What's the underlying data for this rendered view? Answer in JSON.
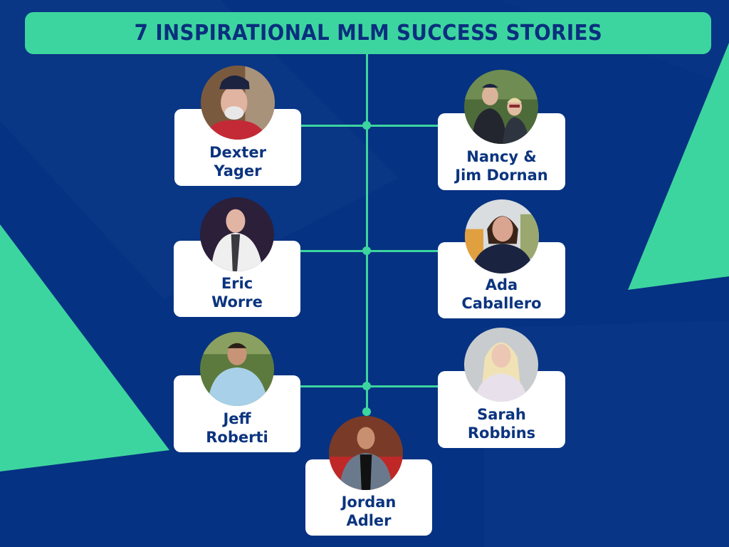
{
  "title": "7 INSPIRATIONAL MLM SUCCESS STORIES",
  "colors": {
    "background": "#053282",
    "accent": "#3dd59f",
    "text": "#0b347f",
    "card": "#ffffff"
  },
  "people": [
    {
      "id": "dexter-yager",
      "line1": "Dexter",
      "line2": "Yager",
      "side": "left",
      "row": 1
    },
    {
      "id": "nancy-jim-dornan",
      "line1": "Nancy &",
      "line2": "Jim Dornan",
      "side": "right",
      "row": 1
    },
    {
      "id": "eric-worre",
      "line1": "Eric",
      "line2": "Worre",
      "side": "left",
      "row": 2
    },
    {
      "id": "ada-caballero",
      "line1": "Ada",
      "line2": "Caballero",
      "side": "right",
      "row": 2
    },
    {
      "id": "jeff-roberti",
      "line1": "Jeff",
      "line2": "Roberti",
      "side": "left",
      "row": 3
    },
    {
      "id": "sarah-robbins",
      "line1": "Sarah",
      "line2": "Robbins",
      "side": "right",
      "row": 3
    },
    {
      "id": "jordan-adler",
      "line1": "Jordan",
      "line2": "Adler",
      "side": "bottom",
      "row": 4
    }
  ]
}
